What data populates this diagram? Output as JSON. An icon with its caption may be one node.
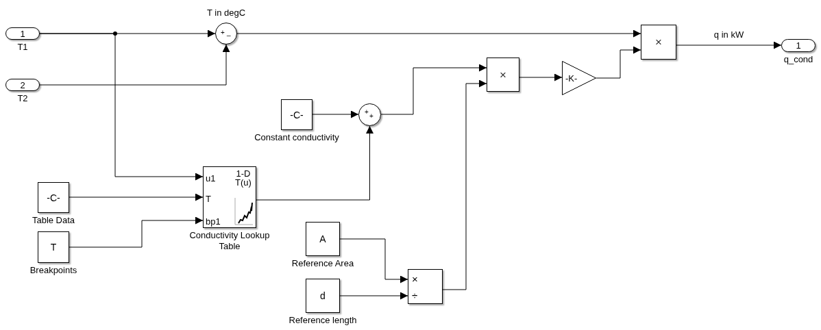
{
  "diagram": {
    "nodes": [
      {
        "text": [
          "1"
        ],
        "beside": [
          "T1"
        ]
      },
      {
        "text": [
          "2"
        ],
        "beside": [
          "T2"
        ]
      },
      {
        "text": [
          "+",
          "_"
        ],
        "beside": [
          "T in degC"
        ]
      },
      {
        "text": [
          "-C-"
        ],
        "beside": [
          "Constant conductivity"
        ]
      },
      {
        "text": [
          "+",
          "+"
        ]
      },
      {
        "text": [
          "u1",
          "T",
          "bp1",
          "1-D T(u)"
        ],
        "beside": [
          "Conductivity Lookup Table"
        ]
      },
      {
        "text": [
          "-C-"
        ],
        "beside": [
          "Table Data"
        ]
      },
      {
        "text": [
          "T"
        ],
        "beside": [
          "Breakpoints"
        ]
      },
      {
        "text": [
          "A"
        ],
        "beside": [
          "Reference Area"
        ]
      },
      {
        "text": [
          "d"
        ],
        "beside": [
          "Reference length"
        ]
      },
      {
        "text": [
          "×",
          "÷"
        ]
      },
      {
        "text": [
          "×"
        ]
      },
      {
        "text": [
          "-K-"
        ]
      },
      {
        "text": [
          "×"
        ]
      },
      {
        "text": [
          "1"
        ],
        "beside": [
          "q_cond"
        ]
      }
    ],
    "edges": [
      {
        "from": 0,
        "to": 2,
        "arrow": "to"
      },
      {
        "from": 1,
        "to": 2,
        "arrow": "to"
      },
      {
        "from": 0,
        "to": 5,
        "arrow": "to"
      },
      {
        "from": 2,
        "to": 13,
        "arrow": "to"
      },
      {
        "from": 6,
        "to": 5,
        "arrow": "to"
      },
      {
        "from": 7,
        "to": 5,
        "arrow": "to"
      },
      {
        "from": 3,
        "to": 4,
        "arrow": "to"
      },
      {
        "from": 5,
        "to": 4,
        "arrow": "to"
      },
      {
        "from": 4,
        "to": 11,
        "arrow": "to"
      },
      {
        "from": 8,
        "to": 10,
        "arrow": "to"
      },
      {
        "from": 9,
        "to": 10,
        "arrow": "to"
      },
      {
        "from": 10,
        "to": 11,
        "arrow": "to"
      },
      {
        "from": 11,
        "to": 12,
        "arrow": "to"
      },
      {
        "from": 12,
        "to": 13,
        "arrow": "to"
      },
      {
        "from": 13,
        "to": 14,
        "arrow": "to",
        "label": "q in kW"
      }
    ]
  }
}
